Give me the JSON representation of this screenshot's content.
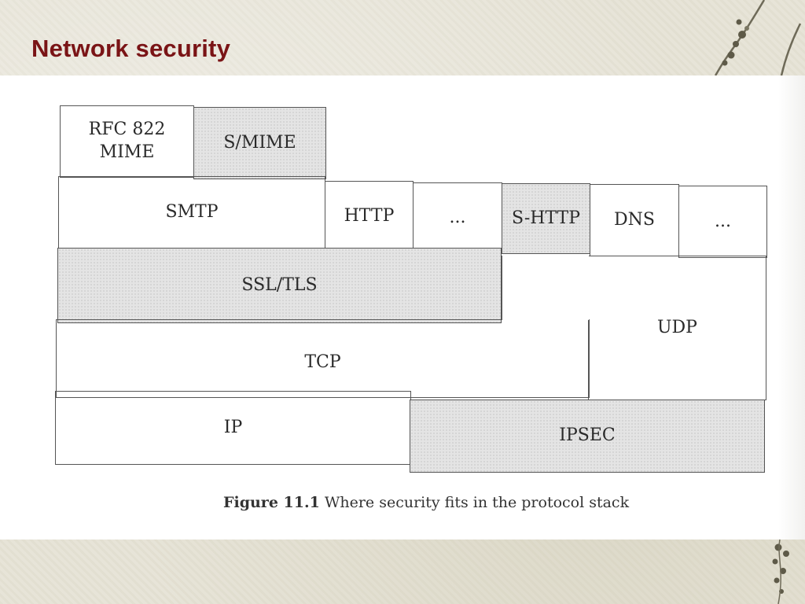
{
  "slide": {
    "title": "Network security"
  },
  "figure": {
    "caption_label": "Figure 11.1",
    "caption_text": " Where security fits in the protocol stack",
    "boxes": {
      "rfc822": "RFC 822\nMIME",
      "smime": "S/MIME",
      "smtp": "SMTP",
      "http": "HTTP",
      "dots1": "...",
      "shttp": "S-HTTP",
      "dns": "DNS",
      "dots2": "...",
      "ssltls": "SSL/TLS",
      "udp": "UDP",
      "tcp": "TCP",
      "ip": "IP",
      "ipsec": "IPSEC"
    }
  },
  "colors": {
    "title": "#7a1416",
    "shaded_box": "#e4e4e4",
    "panel": "#ffffff"
  },
  "decorations": [
    "vine-icon-top-right",
    "vine-icon-bottom-right"
  ]
}
